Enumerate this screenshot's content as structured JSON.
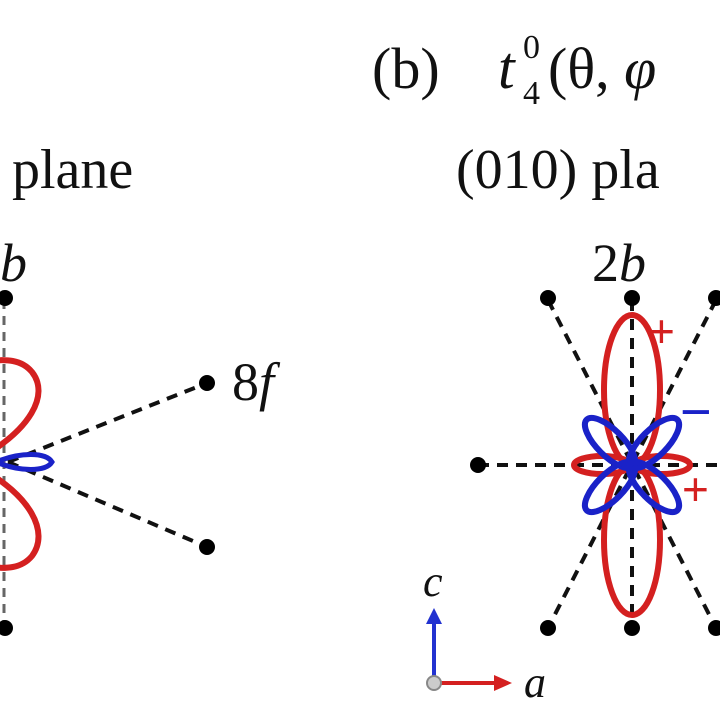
{
  "colors": {
    "positive_lobe": "#d42020",
    "negative_lobe": "#1a22c8",
    "bond": "#111111",
    "atom": "#000000",
    "axis_c": "#2232d0",
    "axis_a": "#d42020",
    "origin": "#bbbbbb"
  },
  "panel_a": {
    "plane_label": "plane",
    "site_top": "b",
    "site_right": "8",
    "site_right_italic": "f"
  },
  "panel_b": {
    "tag": "(b)",
    "func_symbol": "t",
    "func_superscript": "0",
    "func_subscript": "4",
    "func_args": "(θ, ",
    "func_args_cut": "φ",
    "plane_label": "(010) pla",
    "site_top": "2",
    "site_top_italic": "b",
    "sign_top": "+",
    "sign_right_negative": "−",
    "sign_right_positive": "+"
  },
  "axes": {
    "vertical": "c",
    "horizontal": "a",
    "vertical_icon": "arrow-up-icon",
    "horizontal_icon": "arrow-right-icon"
  }
}
